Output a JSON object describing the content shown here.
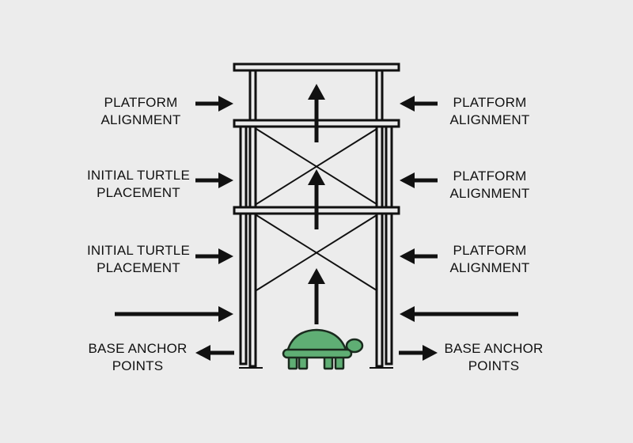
{
  "diagram": {
    "colors": {
      "background": "#ececec",
      "stroke": "#111111",
      "turtle_fill": "#5fae74",
      "turtle_stroke": "#1a2a1e"
    },
    "labels": {
      "left_1": {
        "line1": "PLATFORM",
        "line2": "ALIGNMENT"
      },
      "left_2": {
        "line1": "INITIAL TURTLE",
        "line2": "PLACEMENT"
      },
      "left_3": {
        "line1": "INITIAL TURTLE",
        "line2": "PLACEMENT"
      },
      "left_4": {
        "line1": "BASE ANCHOR",
        "line2": "POINTS"
      },
      "right_1": {
        "line1": "PLATFORM",
        "line2": "ALIGNMENT"
      },
      "right_2": {
        "line1": "PLATFORM",
        "line2": "ALIGNMENT"
      },
      "right_3": {
        "line1": "PLATFORM",
        "line2": "ALIGNMENT"
      },
      "right_4": {
        "line1": "BASE ANCHOR",
        "line2": "POINTS"
      }
    },
    "elements": {
      "tower": "scaffold-tower",
      "platforms": 3,
      "upward_arrows": 3,
      "turtle_icon": "turtle-icon"
    }
  }
}
